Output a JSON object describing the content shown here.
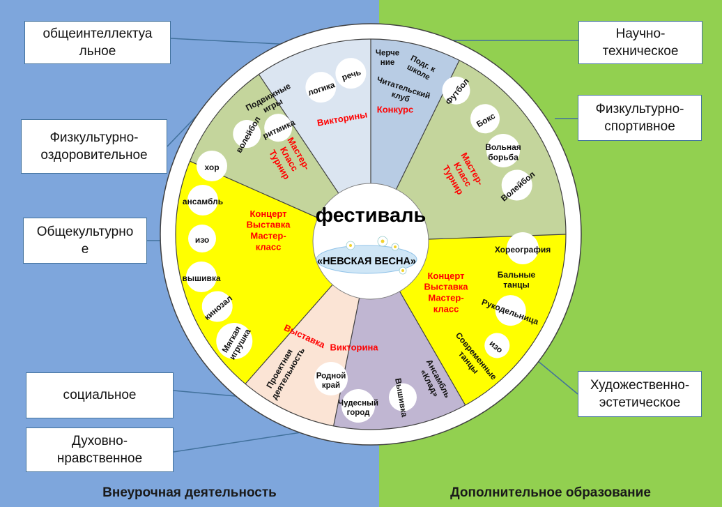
{
  "colors": {
    "left_bg": "#7ea6dc",
    "right_bg": "#92d050",
    "rim": "#ffffff",
    "yellow": "#ffff00",
    "olive": "#c4d59c",
    "lightblue": "#dbe5f1",
    "blue": "#b8cce4",
    "peach": "#fbe4d5",
    "lavender": "#c0b6d2",
    "red_text": "#ff0000",
    "divider": "#404040"
  },
  "categories": {
    "intellectual": "общеинтеллектуа\nльное",
    "health": "Физкультурно-\nоздоровительное",
    "cultural": "Общекультурно\nе",
    "social": "социальное",
    "moral": "Духовно-\nнравственное",
    "tech": "Научно-\nтехническое",
    "sport": "Физкультурно-\nспортивное",
    "art": "Художественно-\nэстетическое"
  },
  "footer": {
    "left": "Внеурочная деятельность",
    "right": "Дополнительное образование"
  },
  "center": {
    "title": "фестиваль",
    "logo": "«НЕВСКАЯ ВЕСНА»"
  },
  "sectors": {
    "olive_left": {
      "items": [
        "Подвижные игры",
        "волейбол",
        "ритмика"
      ],
      "events": [
        "Мастер-",
        "Класс",
        "Турнир"
      ]
    },
    "quiz": {
      "items": [
        "логика",
        "речь"
      ],
      "events": [
        "Викторины"
      ]
    },
    "contest": {
      "items": [
        "Черче ние",
        "Подг. к школе",
        "Читательский клуб"
      ],
      "events": [
        "Конкурс"
      ]
    },
    "sport_right": {
      "items": [
        "Футбол",
        "Бокс",
        "Вольная борьба",
        "Волейбол"
      ],
      "events": [
        "Мастер-",
        "Класс",
        "Турнир"
      ]
    },
    "yellow_right": {
      "items": [
        "Хореография",
        "Бальные танцы",
        "Рукодельница",
        "изо",
        "Современные танцы",
        "Ансамбль «Клад»",
        "Вышивка"
      ],
      "events": [
        "Концерт",
        "Выставка",
        "Мастер-",
        "класс"
      ]
    },
    "lavender": {
      "items": [
        "Родной край",
        "Чудесный город"
      ],
      "events": [
        "Викторина"
      ]
    },
    "peach": {
      "items": [
        "Проектная деятельность"
      ],
      "events": [
        "Выставка"
      ]
    },
    "yellow_left": {
      "items": [
        "хор",
        "ансамбль",
        "изо",
        "вышивка",
        "кинозал",
        "Мягкая игрушка"
      ],
      "events": [
        "Концерт",
        "Выставка",
        "Мастер-",
        "класс"
      ]
    }
  }
}
